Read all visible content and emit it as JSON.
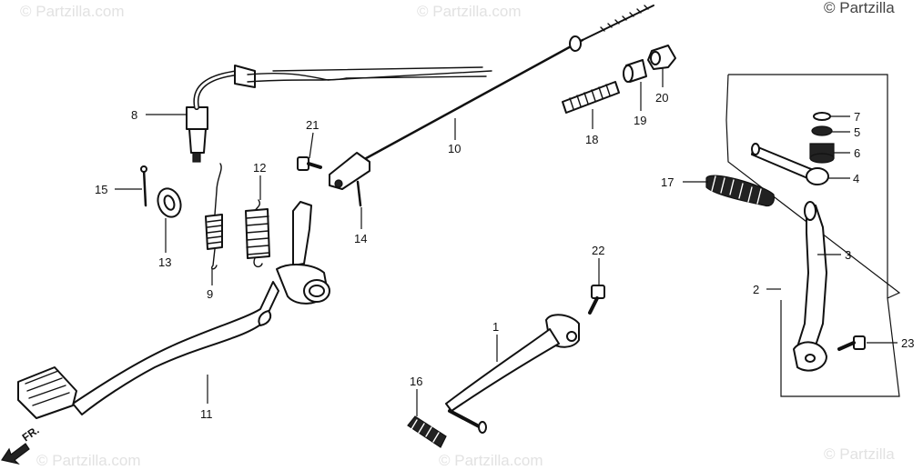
{
  "watermarks": {
    "top_left": "© Partzilla.com",
    "top_center": "© Partzilla.com",
    "top_right": "© Partzilla",
    "bottom_left": "© Partzilla.com",
    "bottom_center": "© Partzilla.com",
    "bottom_right": "© Partzilla"
  },
  "direction_arrow": {
    "label": "FR."
  },
  "callouts": {
    "c1": "1",
    "c2": "2",
    "c3": "3",
    "c4": "4",
    "c5": "5",
    "c6": "6",
    "c7": "7",
    "c8": "8",
    "c9": "9",
    "c10": "10",
    "c11": "11",
    "c12": "12",
    "c13": "13",
    "c14": "14",
    "c15": "15",
    "c16": "16",
    "c17": "17",
    "c18": "18",
    "c19": "19",
    "c20": "20",
    "c21": "21",
    "c22": "22",
    "c23": "23"
  }
}
